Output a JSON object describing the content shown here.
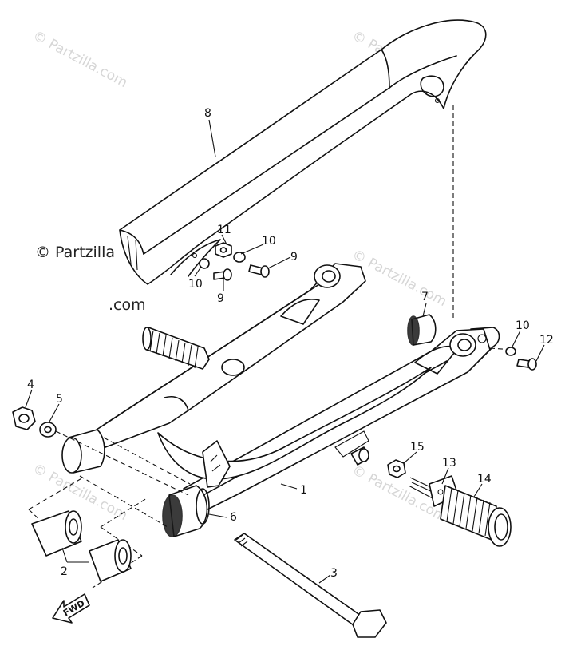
{
  "watermark": {
    "main": "© Partzilla.com",
    "faint": "© Partzilla.com"
  },
  "direction_label": "FWD",
  "callouts": [
    "1",
    "2",
    "3",
    "4",
    "5",
    "6",
    "7",
    "8",
    "9",
    "9",
    "10",
    "10",
    "10",
    "11",
    "12",
    "13",
    "14",
    "15"
  ]
}
